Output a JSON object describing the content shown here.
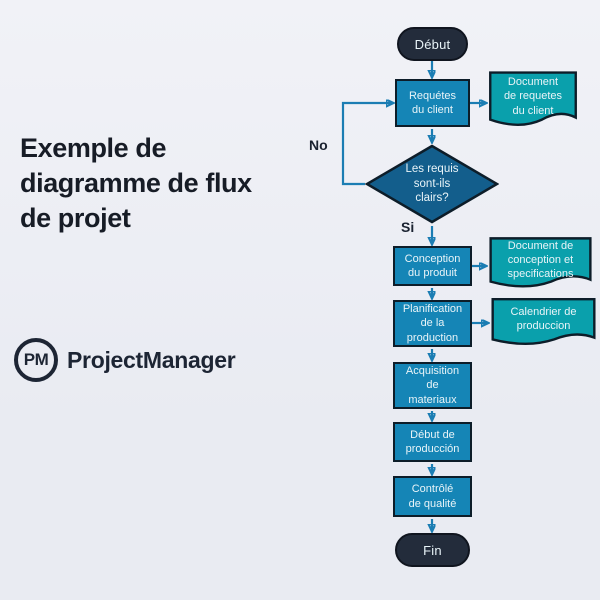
{
  "header": {
    "title": "Exemple de\ndiagramme de flux\nde projet"
  },
  "brand": {
    "logo_monogram": "PM",
    "logo_text": "ProjectManager"
  },
  "flowchart": {
    "nodes": [
      {
        "id": "start",
        "type": "terminator",
        "label": "Début"
      },
      {
        "id": "client-requests",
        "type": "process",
        "label": "Requétes\ndu client"
      },
      {
        "id": "client-requests-doc",
        "type": "document",
        "label": "Document\nde requetes\ndu client"
      },
      {
        "id": "requirements-clear",
        "type": "decision",
        "label": "Les requis\nsont-ils\nclairs?"
      },
      {
        "id": "product-design",
        "type": "process",
        "label": "Conception\ndu produit"
      },
      {
        "id": "design-specs-doc",
        "type": "document",
        "label": "Document de\nconception et\nspecifications"
      },
      {
        "id": "production-planning",
        "type": "process",
        "label": "Planification\nde la\nproduction"
      },
      {
        "id": "production-schedule-doc",
        "type": "document",
        "label": "Calendrier de\nproduccion"
      },
      {
        "id": "materials-acquisition",
        "type": "process",
        "label": "Acquisition\nde\nmateriaux"
      },
      {
        "id": "production-start",
        "type": "process",
        "label": "Début de\nproducción"
      },
      {
        "id": "quality-control",
        "type": "process",
        "label": "Contrôlé\nde qualité"
      },
      {
        "id": "end",
        "type": "terminator",
        "label": "Fin"
      }
    ],
    "edge_labels": {
      "no": "No",
      "yes": "Si"
    }
  },
  "colors": {
    "canvas-bg": "#e9ebf2",
    "canvas-bg-top": "#f1f2f7",
    "title-text": "#171c26",
    "brand-navy": "#1d2534",
    "process-fill": "#1585b6",
    "process-border": "#0d1d29",
    "decision-fill": "#135e8c",
    "document-fill": "#0aa0ac",
    "terminator-fill": "#232c3b",
    "terminator-border": "#10151f",
    "connector": "#1b7db3",
    "shape-text": "#e9f4f8",
    "edge-label-text": "#1a2230"
  }
}
